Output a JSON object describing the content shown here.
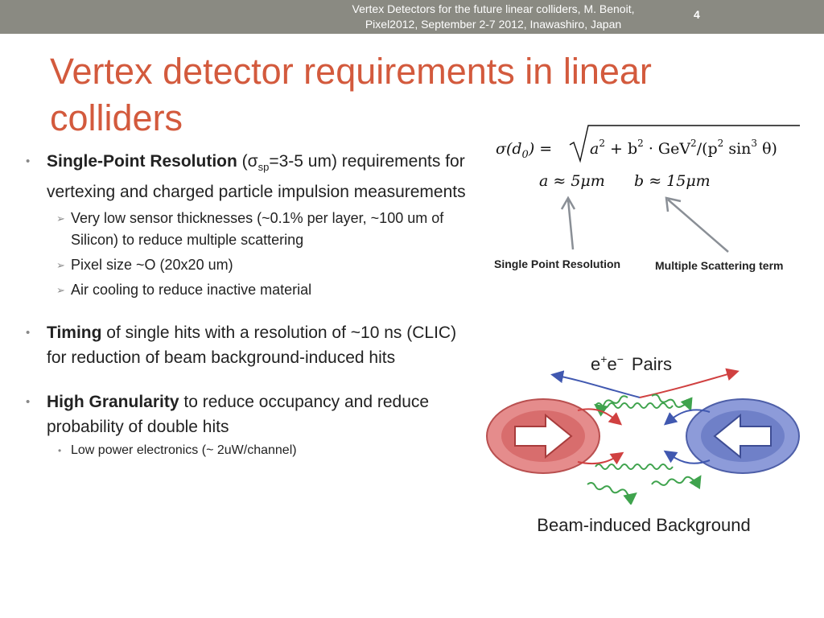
{
  "header": {
    "line1": "Vertex Detectors for the future linear colliders, M. Benoit,",
    "line2": "Pixel2012, September 2-7 2012,  Inawashiro, Japan",
    "page": "4"
  },
  "title": {
    "line1": "Vertex detector requirements in linear",
    "line2": "colliders"
  },
  "bullets": {
    "b1": {
      "bold": "Single-Point Resolution",
      "paren_open": " (σ",
      "subscript": "sp",
      "after": "=3-5 um) requirements for vertexing and charged particle impulsion measurements",
      "subs": [
        "Very low sensor thicknesses (~0.1% per layer, ~100 um of Silicon) to reduce multiple scattering",
        "Pixel size ~O (20x20 um)",
        "Air cooling to reduce inactive material"
      ]
    },
    "b2": {
      "bold": "Timing",
      "text": " of single hits with a resolution of ~10 ns (CLIC) for reduction of beam background-induced hits"
    },
    "b3": {
      "bold": "High Granularity",
      "text": " to reduce occupancy and reduce probability of double hits",
      "sub": "Low power electronics (~ 2uW/channel)"
    }
  },
  "formula": {
    "lhs": "σ(d",
    "lhs_sub": "0",
    "lhs_close": ") =",
    "rad_a": "a",
    "rad_a_exp": "2",
    "rad_plus": " + b",
    "rad_b_exp": "2",
    "rad_gev": " · GeV",
    "rad_gev_exp": "2",
    "rad_div": "/(p",
    "rad_p_exp": "2",
    "rad_sin": " sin",
    "rad_sin_exp": "3",
    "rad_theta": " θ)",
    "a_approx": "a ≈ 5μm",
    "b_approx": "b ≈ 15μm"
  },
  "labels": {
    "single_point": "Single Point Resolution",
    "multiple_scattering": "Multiple Scattering term"
  },
  "diagram": {
    "pairs_e1": "e",
    "pairs_plus": "+",
    "pairs_e2": "e",
    "pairs_minus": "−",
    "pairs_word": "Pairs"
  },
  "caption": "Beam-induced Background",
  "colors": {
    "title": "#d35a3d",
    "topbar": "#8a8a82",
    "red_beam": "#d98080",
    "blue_beam": "#6f80c8",
    "photon": "#3fa34d"
  }
}
